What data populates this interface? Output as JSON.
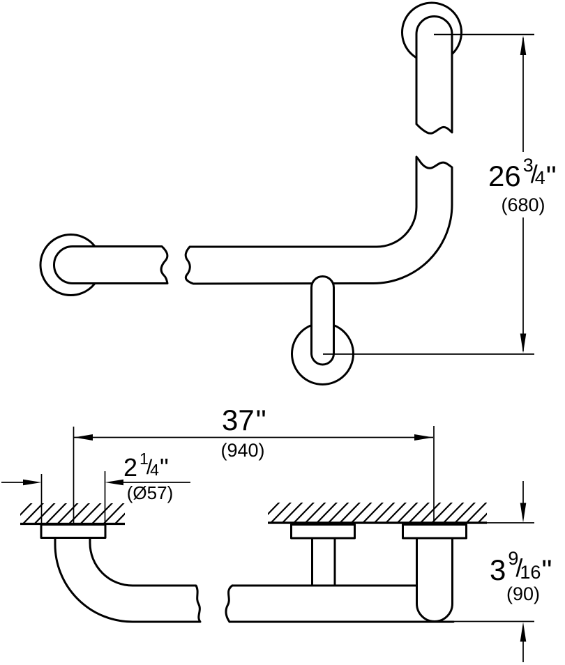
{
  "meta": {
    "ink_color": "#000000",
    "background_color": "#ffffff",
    "drawing_type": "grab bar dimension drawing, plan view and wall elevation view"
  },
  "dims": {
    "height": {
      "whole": "26",
      "num": "3",
      "slash": "/",
      "den": "4",
      "unit": "\"",
      "metric": "(680)"
    },
    "length": {
      "whole": "37",
      "unit": "\"",
      "metric": "(940)"
    },
    "flange": {
      "whole": "2",
      "num": "1",
      "slash": "/",
      "den": "4",
      "unit": "\"",
      "metric": "(Ø57)"
    },
    "offset": {
      "whole": "3",
      "num": "9",
      "slash": "/",
      "den": "16",
      "unit": "\"",
      "metric": "(90)"
    }
  }
}
